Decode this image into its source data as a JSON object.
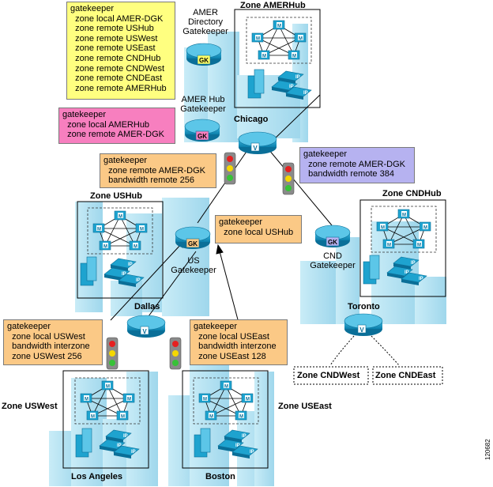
{
  "config_boxes": {
    "amer_dgk": [
      "gatekeeper",
      "  zone local AMER-DGK",
      "  zone remote USHub",
      "  zone remote USWest",
      "  zone remote USEast",
      "  zone remote CNDHub",
      "  zone remote CNDWest",
      "  zone remote CNDEast",
      "  zone remote AMERHub"
    ],
    "amer_hub": [
      "gatekeeper",
      "  zone local AMERHub",
      "  zone remote AMER-DGK"
    ],
    "us_remote": [
      "gatekeeper",
      "  zone remote AMER-DGK",
      "  bandwidth remote 256"
    ],
    "cnd": [
      "gatekeeper",
      "  zone remote AMER-DGK",
      "  bandwidth remote 384"
    ],
    "us_local": [
      "gatekeeper",
      "  zone local USHub"
    ],
    "us_west": [
      "gatekeeper",
      "  zone local USWest",
      "  bandwidth interzone",
      "  zone USWest 256"
    ],
    "us_east": [
      "gatekeeper",
      "  zone local USEast",
      "  bandwidth interzone",
      "  zone USEast 128"
    ]
  },
  "labels": {
    "amer_dir_gk": "AMER\nDirectory\nGatekeeper",
    "amer_hub_gk": "AMER Hub\nGatekeeper",
    "us_gk": "US\nGatekeeper",
    "cnd_gk": "CND\nGatekeeper",
    "gk_badge": "GK",
    "router_badge": "V",
    "ip_badge": "IP",
    "m_badge": "M"
  },
  "zones": {
    "amer_hub": "Zone AMERHub",
    "us_hub": "Zone USHub",
    "cnd_hub": "Zone CNDHub",
    "us_west": "Zone USWest",
    "us_east": "Zone USEast",
    "cnd_west": "Zone CNDWest",
    "cnd_east": "Zone CNDEast"
  },
  "cities": {
    "chicago": "Chicago",
    "dallas": "Dallas",
    "toronto": "Toronto",
    "los_angeles": "Los Angeles",
    "boston": "Boston"
  },
  "figure_id": "120682",
  "colors": {
    "building": "#b8e3f2",
    "device": "#1ea3cf",
    "device_dark": "#0a6f98",
    "cfg_yellow": "#ffff80",
    "cfg_pink": "#f77fbf",
    "cfg_orange": "#fbc986",
    "cfg_lavender": "#b6b2f0"
  }
}
